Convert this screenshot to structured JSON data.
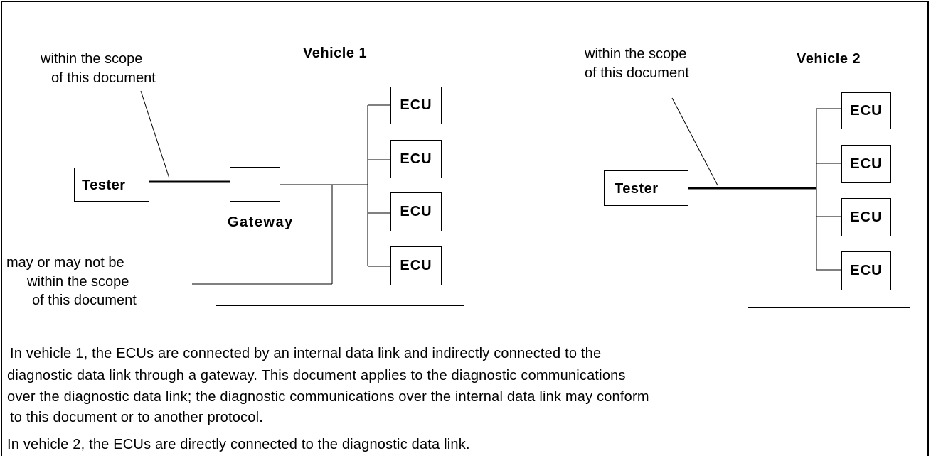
{
  "vehicle1": {
    "title": "Vehicle 1",
    "tester_label": "Tester",
    "gateway_label": "Gateway",
    "ecus": [
      "ECU",
      "ECU",
      "ECU",
      "ECU"
    ],
    "scope_note": [
      "within the scope",
      "of this document"
    ],
    "internal_note": [
      "may or may not be",
      "within the scope",
      "of this document"
    ]
  },
  "vehicle2": {
    "title": "Vehicle 2",
    "tester_label": "Tester",
    "ecus": [
      "ECU",
      "ECU",
      "ECU",
      "ECU"
    ],
    "scope_note": [
      "within the scope",
      "of this document"
    ]
  },
  "caption": {
    "paragraph1": [
      "In vehicle 1, the ECUs are connected by an internal data link and indirectly connected to the",
      "diagnostic data link through a gateway. This document applies to the diagnostic communications",
      "over the diagnostic data link; the diagnostic communications over the internal data link may conform",
      "to this document or to another protocol."
    ],
    "paragraph2": "In vehicle 2, the ECUs are directly connected to the diagnostic data link."
  }
}
